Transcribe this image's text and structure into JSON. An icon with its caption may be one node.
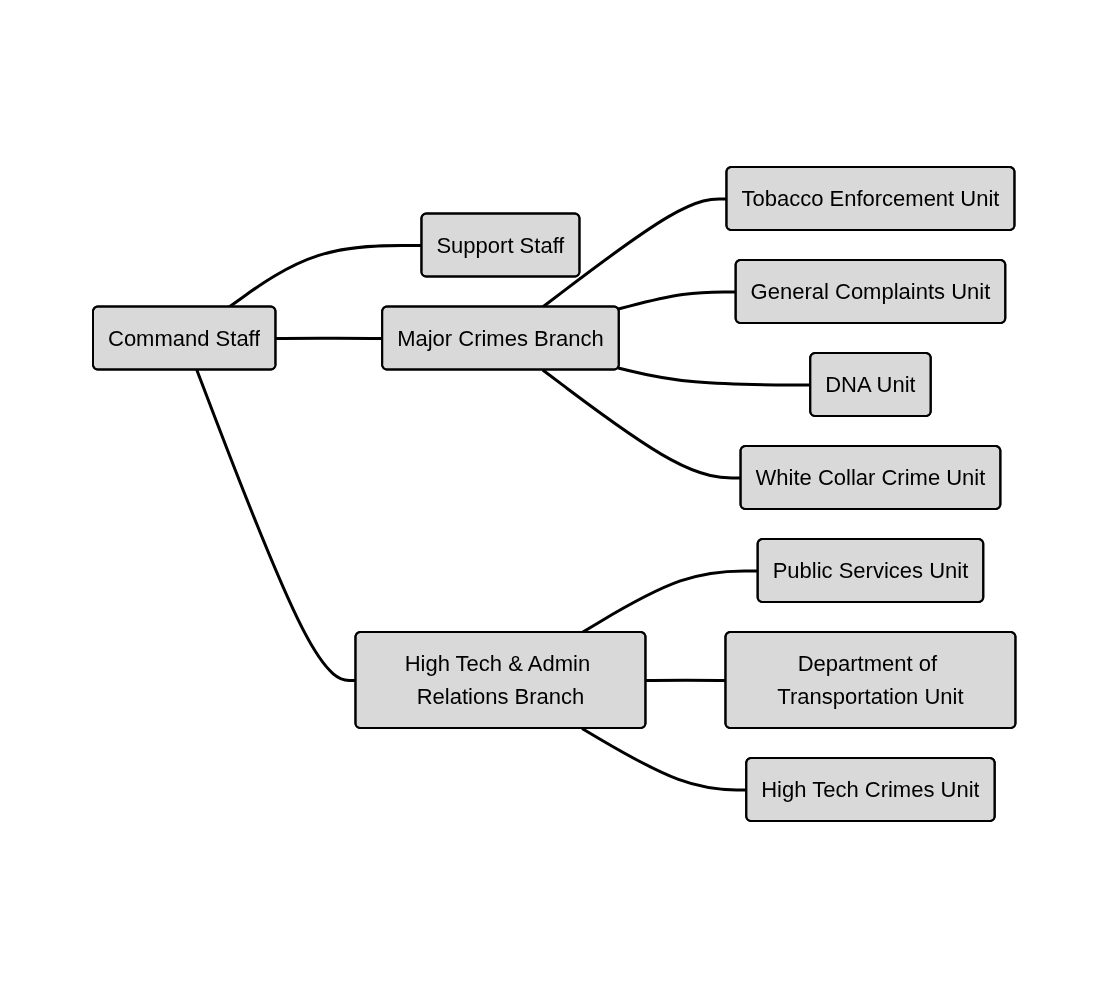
{
  "diagram": {
    "nodes": [
      {
        "text": [
          "Command Staff"
        ]
      },
      {
        "text": [
          "Support Staff"
        ]
      },
      {
        "text": [
          "Major Crimes Branch"
        ]
      },
      {
        "text": [
          "High Tech & Admin Relations Branch"
        ]
      },
      {
        "text": [
          "Tobacco Enforcement Unit"
        ]
      },
      {
        "text": [
          "General Complaints Unit"
        ]
      },
      {
        "text": [
          "DNA Unit"
        ]
      },
      {
        "text": [
          "White Collar Crime Unit"
        ]
      },
      {
        "text": [
          "Public Services Unit"
        ]
      },
      {
        "text": [
          "Department of Transportation Unit"
        ]
      },
      {
        "text": [
          "High Tech Crimes Unit"
        ]
      }
    ],
    "edges": [
      {
        "from": 0,
        "to": 1,
        "arrow": "none"
      },
      {
        "from": 0,
        "to": 2,
        "arrow": "none"
      },
      {
        "from": 0,
        "to": 3,
        "arrow": "none"
      },
      {
        "from": 2,
        "to": 4,
        "arrow": "none"
      },
      {
        "from": 2,
        "to": 5,
        "arrow": "none"
      },
      {
        "from": 2,
        "to": 6,
        "arrow": "none"
      },
      {
        "from": 2,
        "to": 7,
        "arrow": "none"
      },
      {
        "from": 3,
        "to": 8,
        "arrow": "none"
      },
      {
        "from": 3,
        "to": 9,
        "arrow": "none"
      },
      {
        "from": 3,
        "to": 10,
        "arrow": "none"
      }
    ]
  }
}
